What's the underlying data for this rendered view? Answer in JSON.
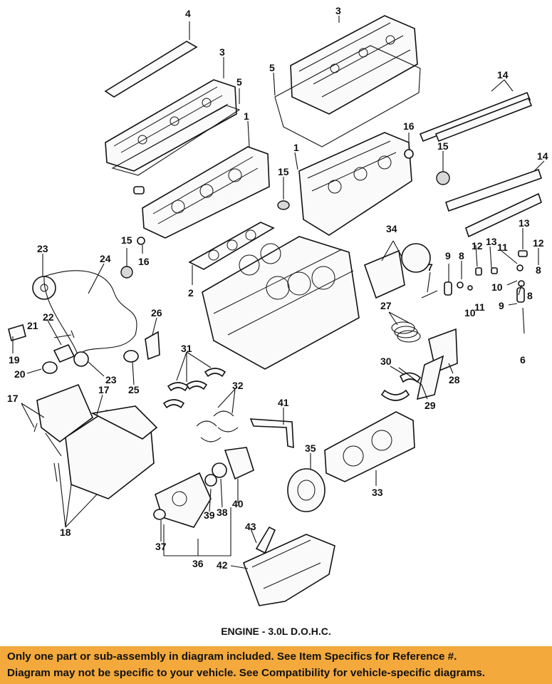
{
  "callouts": [
    "1",
    "1",
    "2",
    "3",
    "3",
    "4",
    "5",
    "5",
    "6",
    "7",
    "8",
    "8",
    "8",
    "9",
    "9",
    "10",
    "10",
    "11",
    "11",
    "12",
    "12",
    "13",
    "13",
    "14",
    "14",
    "15",
    "15",
    "15",
    "16",
    "16",
    "17",
    "17",
    "18",
    "19",
    "20",
    "21",
    "22",
    "23",
    "23",
    "24",
    "25",
    "26",
    "27",
    "28",
    "29",
    "30",
    "31",
    "32",
    "33",
    "34",
    "35",
    "36",
    "37",
    "38",
    "39",
    "40",
    "41",
    "42",
    "43"
  ],
  "caption": "ENGINE - 3.0L D.O.H.C.",
  "notice": {
    "line1": "Only one part or sub-assembly in diagram included. See Item Specifics for Reference #.",
    "line2": "Diagram may not be specific to your vehicle. See Compatibility for vehicle-specific diagrams."
  },
  "colors": {
    "notice_bg": "#f3a93c",
    "ink": "#111111",
    "background": "#ffffff"
  }
}
